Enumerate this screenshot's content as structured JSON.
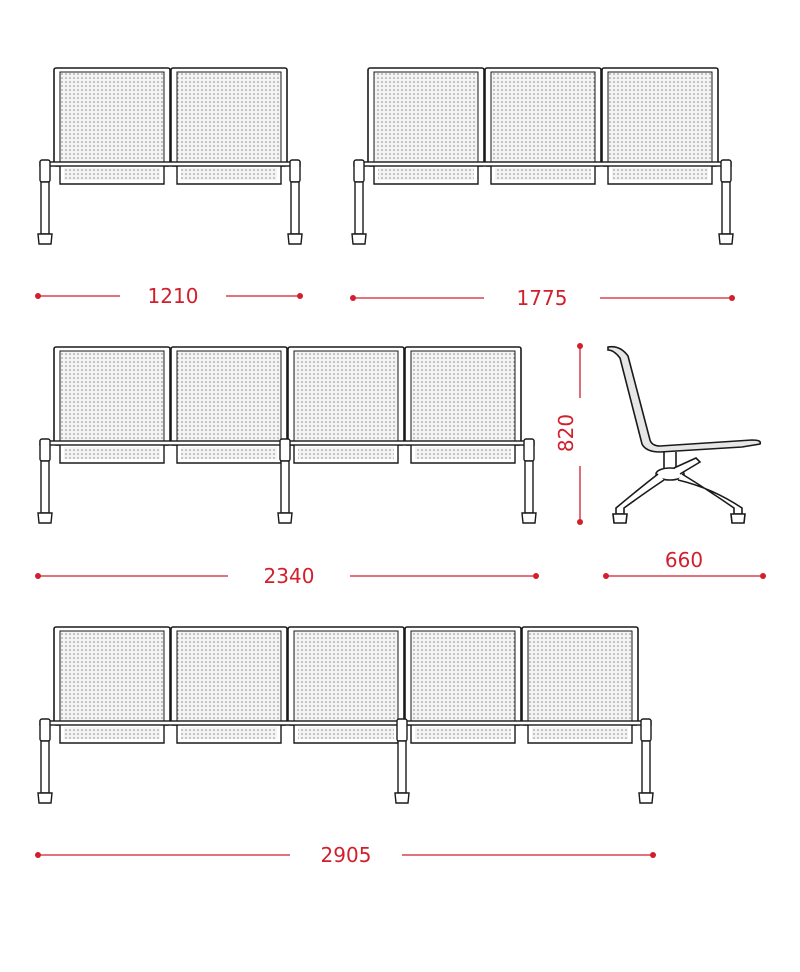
{
  "accent_color": "#d11f2c",
  "line_color": "#1a1a1a",
  "seat_fill": "#f2f2f2",
  "benches": [
    {
      "seats": 2,
      "width_label": "1210"
    },
    {
      "seats": 3,
      "width_label": "1775"
    },
    {
      "seats": 4,
      "width_label": "2340"
    },
    {
      "seats": 5,
      "width_label": "2905"
    }
  ],
  "side_view": {
    "height_label": "820",
    "depth_label": "660"
  }
}
